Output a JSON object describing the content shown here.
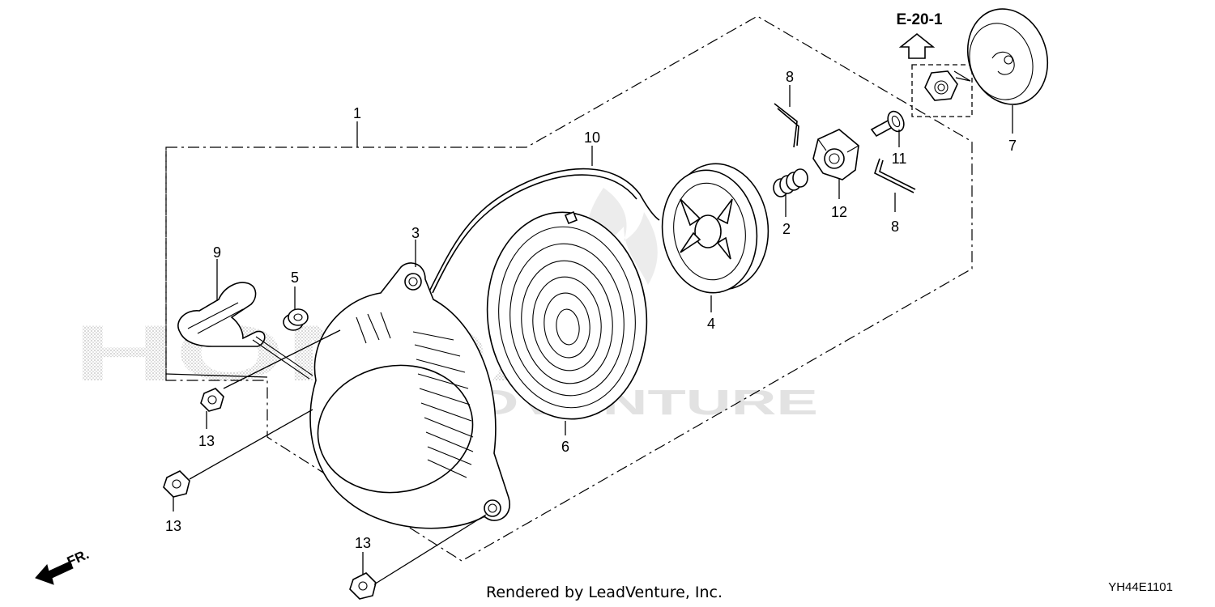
{
  "watermark": {
    "brand": "HONDA",
    "sub": "LEADVENTURE"
  },
  "reference": {
    "label": "E-20-1"
  },
  "callouts": [
    {
      "id": "c1",
      "text": "1"
    },
    {
      "id": "c2",
      "text": "2"
    },
    {
      "id": "c3",
      "text": "3"
    },
    {
      "id": "c4",
      "text": "4"
    },
    {
      "id": "c5",
      "text": "5"
    },
    {
      "id": "c6",
      "text": "6"
    },
    {
      "id": "c7",
      "text": "7"
    },
    {
      "id": "c8a",
      "text": "8"
    },
    {
      "id": "c8b",
      "text": "8"
    },
    {
      "id": "c9",
      "text": "9"
    },
    {
      "id": "c10",
      "text": "10"
    },
    {
      "id": "c11",
      "text": "11"
    },
    {
      "id": "c12",
      "text": "12"
    },
    {
      "id": "c13a",
      "text": "13"
    },
    {
      "id": "c13b",
      "text": "13"
    },
    {
      "id": "c13c",
      "text": "13"
    }
  ],
  "direction": {
    "label": "FR."
  },
  "footer": {
    "credit": "Rendered by LeadVenture, Inc.",
    "code": "YH44E1101"
  }
}
